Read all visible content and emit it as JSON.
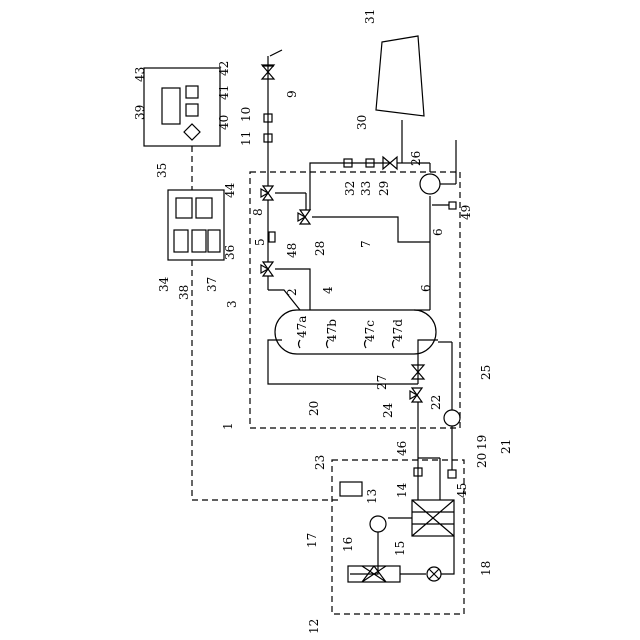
{
  "colors": {
    "line": "#000000",
    "background": "#ffffff"
  },
  "labels": {
    "l1": "1",
    "l2": "2",
    "l3": "3",
    "l4": "4",
    "l5": "5",
    "l6a": "6",
    "l6b": "6",
    "l7": "7",
    "l8": "8",
    "l9": "9",
    "l10": "10",
    "l11": "11",
    "l12": "12",
    "l13": "13",
    "l14": "14",
    "l15": "15",
    "l16": "16",
    "l17": "17",
    "l18": "18",
    "l19": "19",
    "l20a": "20",
    "l20b": "20",
    "l21": "21",
    "l22": "22",
    "l23": "23",
    "l24": "24",
    "l25": "25",
    "l26": "26",
    "l27": "27",
    "l28": "28",
    "l29": "29",
    "l30": "30",
    "l31": "31",
    "l32": "32",
    "l33": "33",
    "l34": "34",
    "l35": "35",
    "l36": "36",
    "l37": "37",
    "l38": "38",
    "l39": "39",
    "l40": "40",
    "l41": "41",
    "l42": "42",
    "l43": "43",
    "l44": "44",
    "l45": "45",
    "l46": "46",
    "l48": "48",
    "l49": "49",
    "l47a": "47a",
    "l47b": "47b",
    "l47c": "47c",
    "l47d": "47d"
  }
}
